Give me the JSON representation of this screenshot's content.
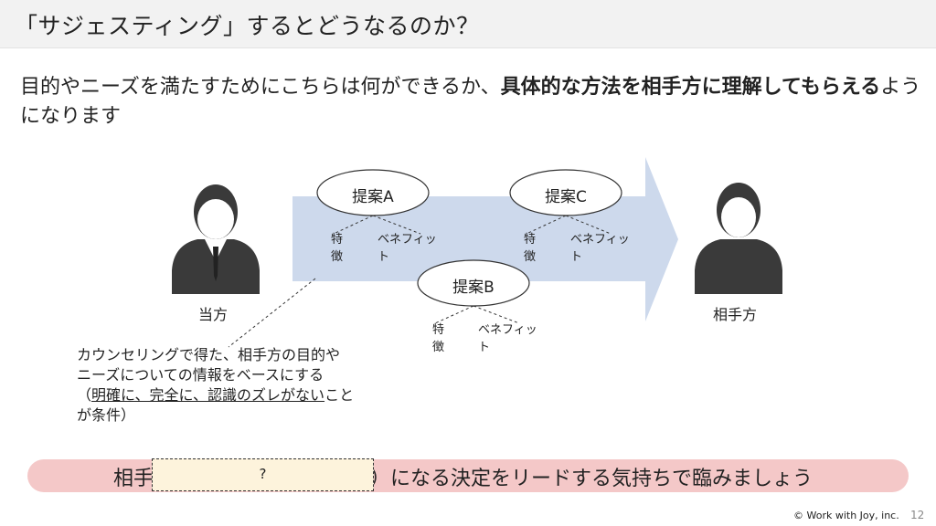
{
  "title": "「サジェスティング」するとどうなるのか？",
  "lead": {
    "text_normal_1": "目的やニーズを満たすためにこちらは何ができるか、",
    "text_bold_1": "具体的な方法を相手方に理解してもらえる",
    "text_normal_2": "ようになります"
  },
  "diagram": {
    "left_person_label": "当方",
    "right_person_label": "相手方",
    "proposals": [
      {
        "label": "提案A",
        "left": "特\n徴",
        "right": "ベネフィッ\nト"
      },
      {
        "label": "提案C",
        "left": "特\n徴",
        "right": "ベネフィッ\nト"
      },
      {
        "label": "提案B",
        "left": "特\n徴",
        "right": "ベネフィッ\nト"
      }
    ],
    "note_line1": "カウンセリングで得た、相手方の目的や",
    "note_line2": "ニーズについての情報をベースにする",
    "note_line3_open": "（",
    "note_line3_underlined": "明確に、完全に、認識のズレがない",
    "note_line3_close": "こと",
    "note_line4": "が条件）"
  },
  "banner": {
    "left_text": "相手",
    "box_text": "?",
    "right_text": "）になる決定をリードする気持ちで臨みましょう"
  },
  "footer": {
    "copyright": "© Work with Joy, inc.",
    "page_number": "12"
  },
  "colors": {
    "arrow": "#cdd9ec",
    "banner": "#f4c8c8",
    "box": "#fdf3dc",
    "person": "#3a3a3a"
  }
}
